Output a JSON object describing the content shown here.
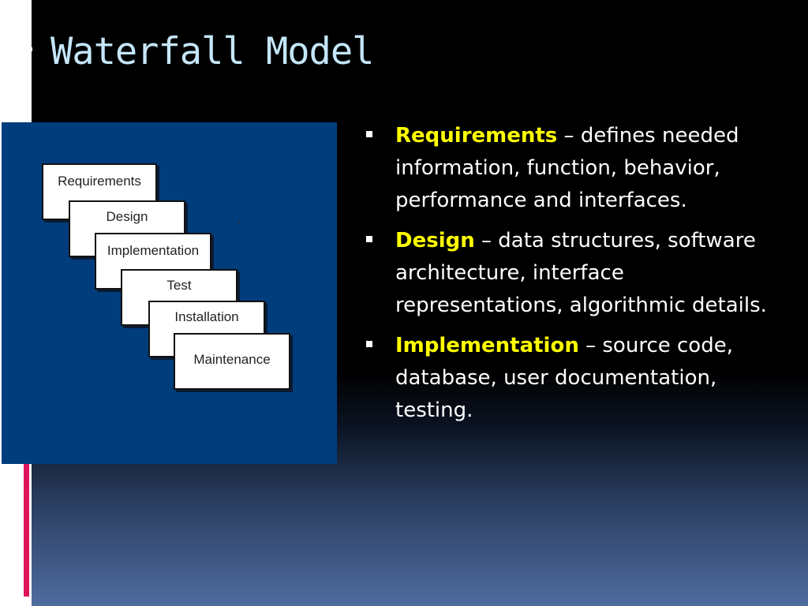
{
  "slide": {
    "title": "Waterfall Model",
    "diagram": {
      "stages": [
        "Requirements",
        "Design",
        "Implementation",
        "Test",
        "Installation",
        "Maintenance"
      ]
    },
    "bullets": [
      {
        "term": "Requirements",
        "text": " – defines needed information, function, behavior, performance and interfaces."
      },
      {
        "term": "Design",
        "text": " – data structures, software architecture, interface representations, algorithmic details."
      },
      {
        "term": "Implementation",
        "text": " – source code, database, user documentation, testing."
      }
    ]
  },
  "colors": {
    "title": "#c5e6fa",
    "keyword": "#ffff00",
    "diagram_background": "#003d7d",
    "accent_bar": "#e0145a"
  },
  "icons": [
    "corner-lines-icon",
    "bullet-square-icon"
  ]
}
